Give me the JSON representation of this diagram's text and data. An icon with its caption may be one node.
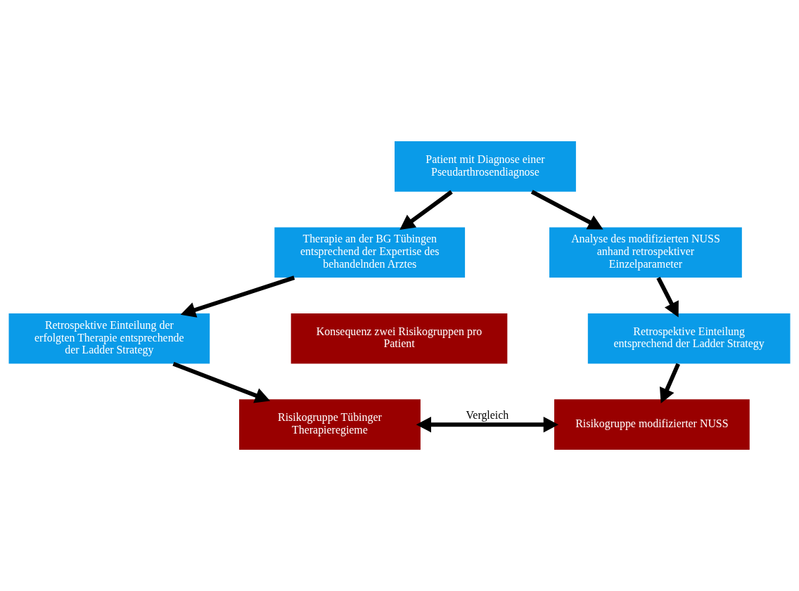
{
  "diagram": {
    "nodes": [
      {
        "text": [
          "Patient mit Diagnose einer Pseudarthrosendiagnose"
        ]
      },
      {
        "text": [
          "Therapie an der BG Tübingen entsprechend der Expertise des behandelnden Arztes"
        ]
      },
      {
        "text": [
          "Analyse des modifizierten NUSS anhand retrospektiver Einzelparameter"
        ]
      },
      {
        "text": [
          "Retrospektive Einteilung der erfolgten Therapie entsprechende der Ladder Strategy"
        ]
      },
      {
        "text": [
          "Retrospektive Einteilung entsprechend der Ladder Strategy"
        ]
      },
      {
        "text": [
          "Konsequenz zwei Risikogruppen pro Patient"
        ]
      },
      {
        "text": [
          "Risikogruppe Tübinger Therapieregieme"
        ]
      },
      {
        "text": [
          "Risikogruppe modifizierter NUSS"
        ]
      }
    ],
    "edges": [
      {
        "from": 0,
        "to": 1,
        "arrow": "to"
      },
      {
        "from": 0,
        "to": 2,
        "arrow": "to"
      },
      {
        "from": 1,
        "to": 3,
        "arrow": "to"
      },
      {
        "from": 2,
        "to": 4,
        "arrow": "to"
      },
      {
        "from": 3,
        "to": 6,
        "arrow": "to"
      },
      {
        "from": 4,
        "to": 7,
        "arrow": "to"
      },
      {
        "from": 6,
        "to": 7,
        "label": "Vergleich",
        "arrow": "both"
      }
    ]
  }
}
